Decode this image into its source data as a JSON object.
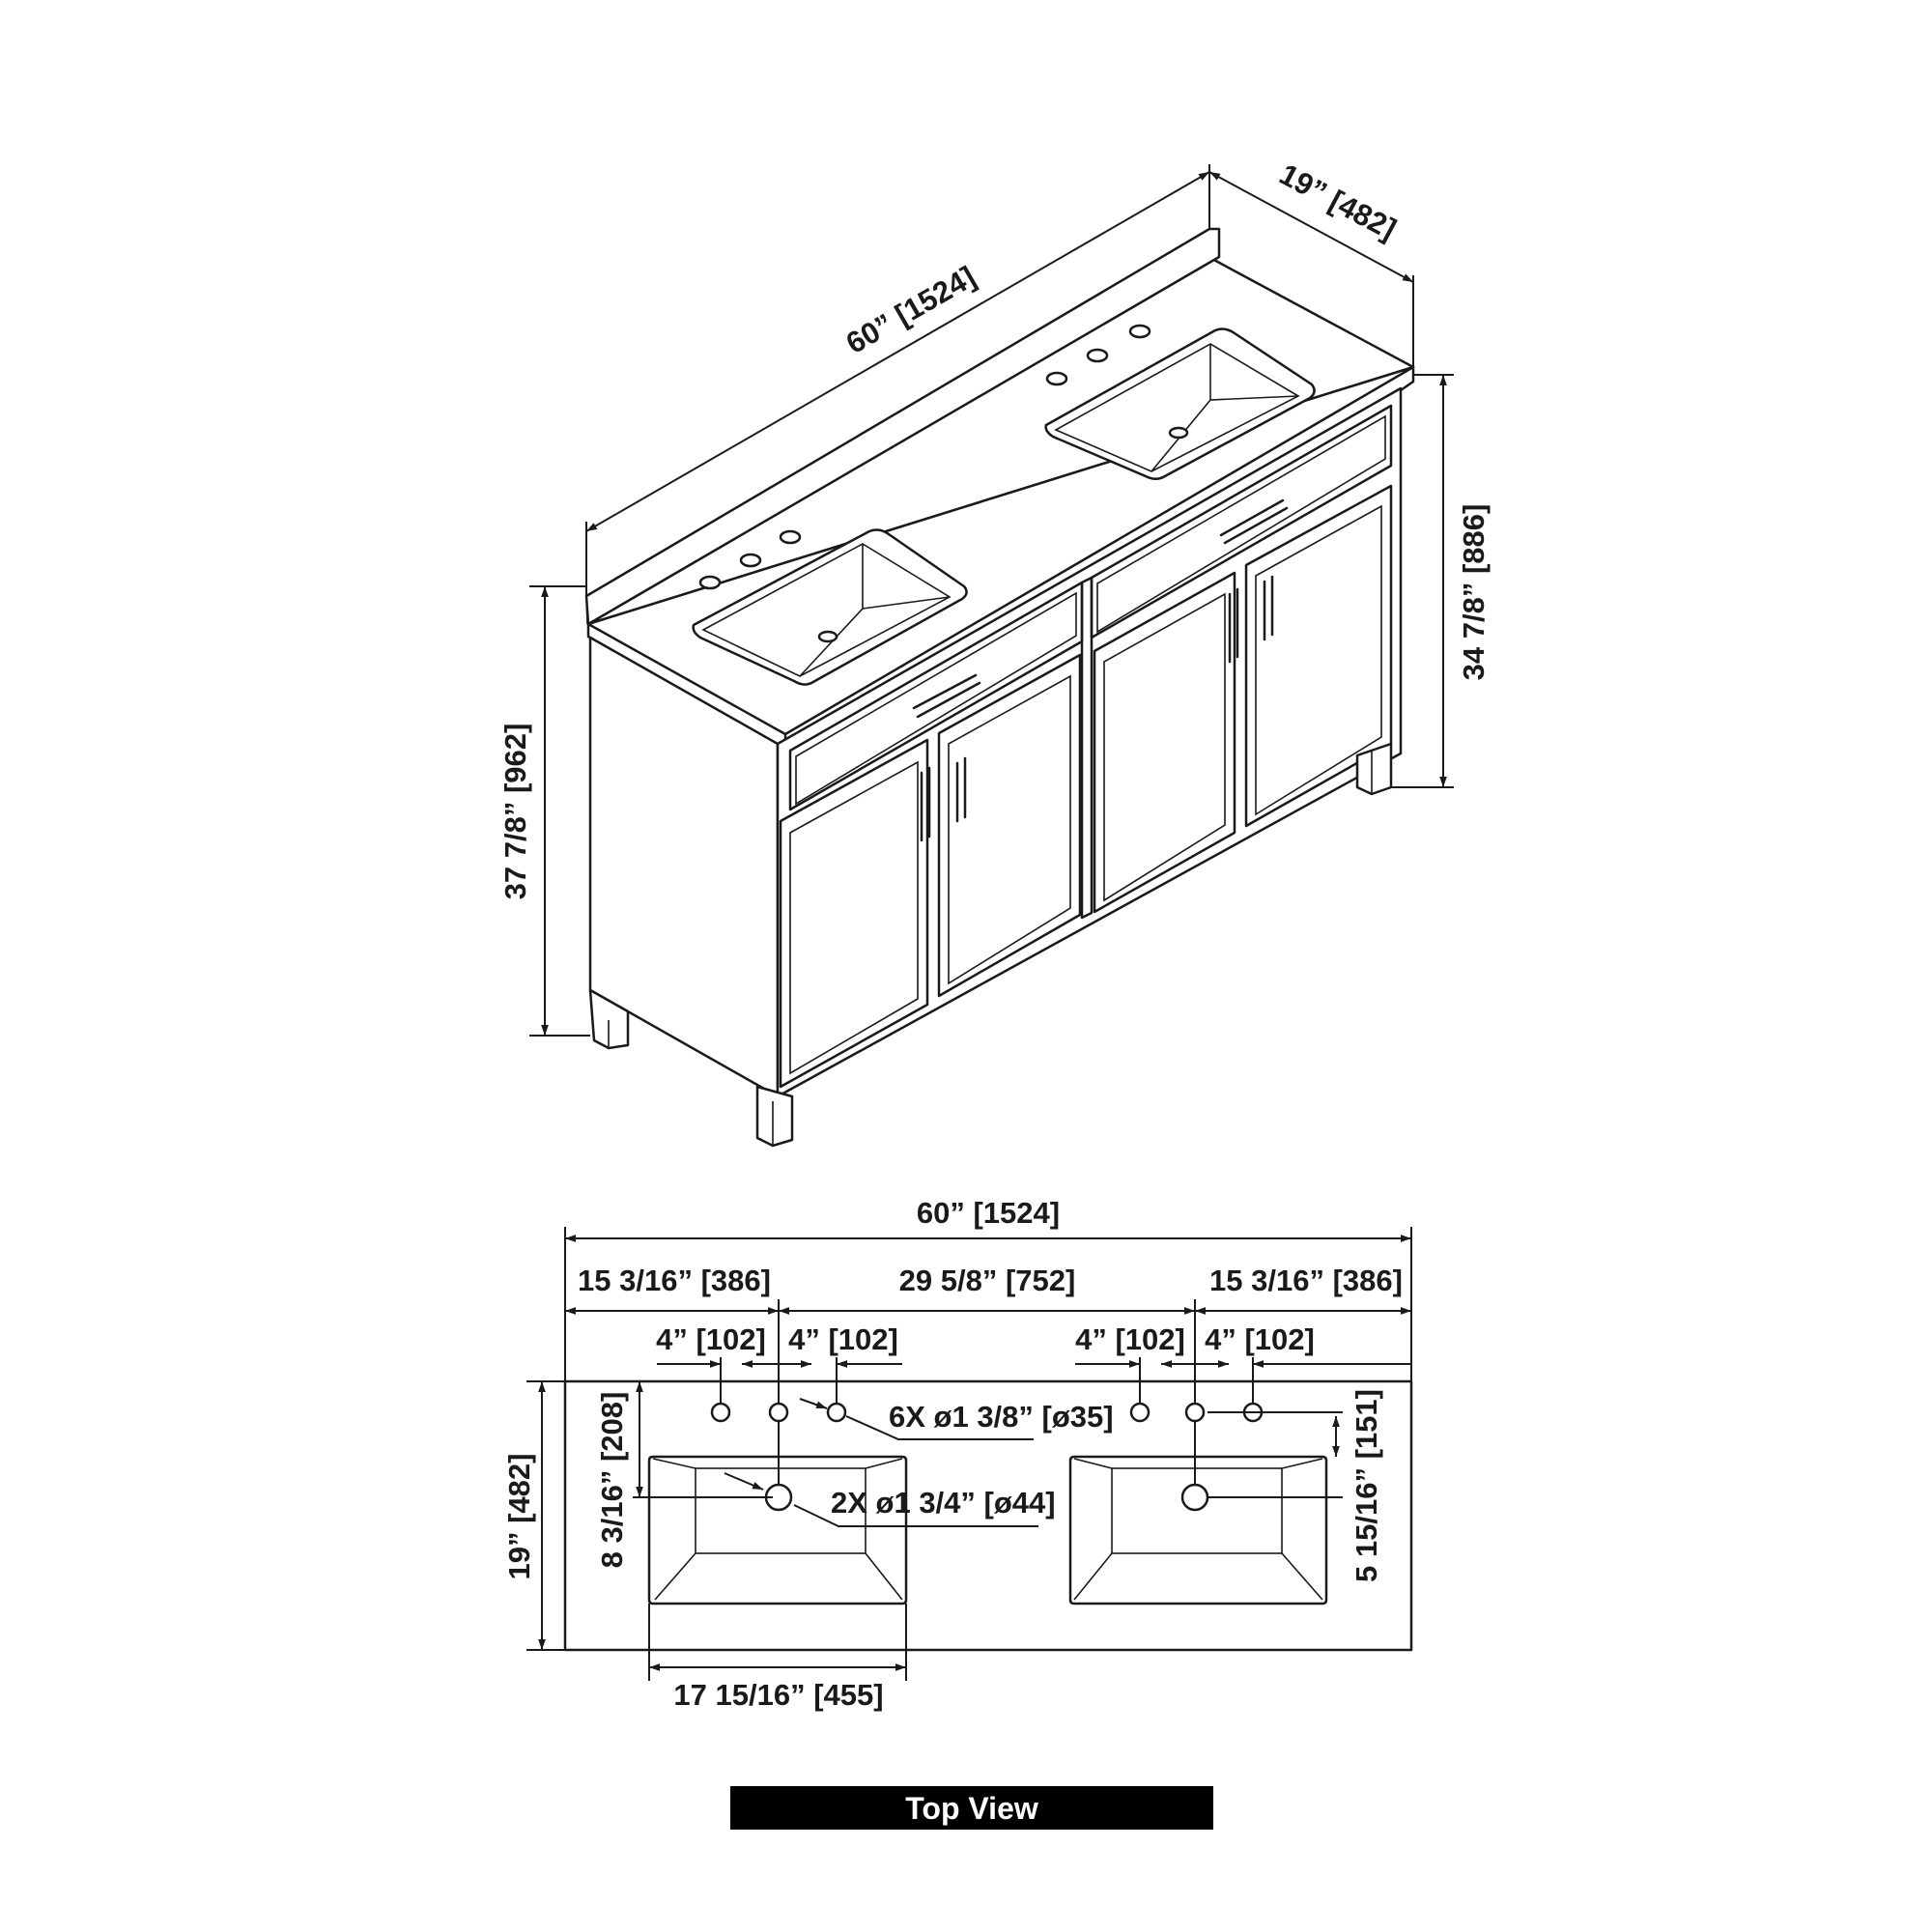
{
  "iso_view": {
    "overall_width": "60” [1524]",
    "overall_depth": "19” [482]",
    "overall_height": "37 7/8” [962]",
    "cabinet_height": "34 7/8” [886]"
  },
  "top_view": {
    "overall_width": "60” [1524]",
    "left_offset": "15 3/16” [386]",
    "center_spacing": "29 5/8” [752]",
    "right_offset": "15 3/16” [386]",
    "faucet_spacing_1": "4” [102]",
    "faucet_spacing_2": "4” [102]",
    "faucet_spacing_3": "4” [102]",
    "faucet_spacing_4": "4” [102]",
    "faucet_holes": "6X ø1 3/8” [ø35]",
    "drain_holes": "2X ø1 3/4” [ø44]",
    "depth": "19” [482]",
    "drain_from_back": "8 3/16” [208]",
    "sink_from_back": "5 15/16” [151]",
    "sink_width": "17 15/16” [455]"
  },
  "banner": {
    "label": "Top View"
  },
  "colors": {
    "line": "#1a1a1a",
    "banner_bg": "#000000",
    "banner_text": "#ffffff",
    "background": "#ffffff"
  }
}
